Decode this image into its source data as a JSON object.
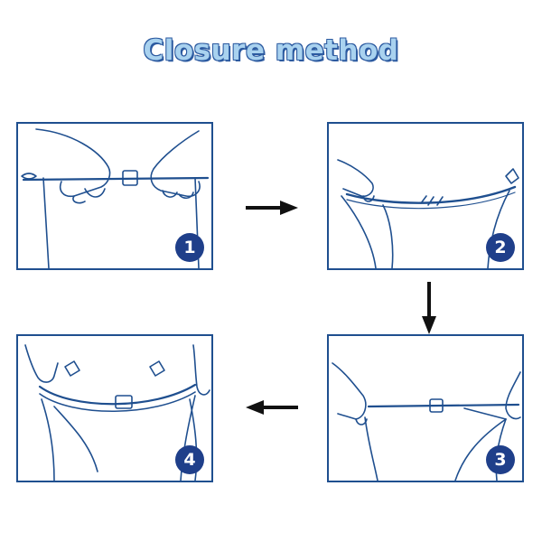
{
  "title": "Closure method",
  "colors": {
    "title": "#a9d2ef",
    "title_outline": "#2c5aa0",
    "frame": "#1f4f8f",
    "badge": "#1f3f8a",
    "arrow": "#111111"
  },
  "steps": [
    {
      "number": "1"
    },
    {
      "number": "2"
    },
    {
      "number": "3"
    },
    {
      "number": "4"
    }
  ]
}
